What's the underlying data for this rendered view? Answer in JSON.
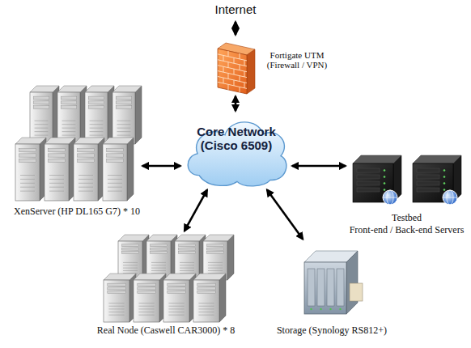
{
  "diagram": {
    "nodes": [
      {
        "text": [
          "Internet"
        ]
      },
      {
        "text": [
          "Fortigate UTM (Firewall / VPN)"
        ]
      },
      {
        "text": [
          "Core Network (Cisco 6509)"
        ]
      },
      {
        "text": [
          "XenServer (HP DL165 G7) * 10"
        ]
      },
      {
        "text": [
          "Testbed",
          "Front-end / Back-end Servers"
        ]
      },
      {
        "text": [
          "Real Node (Caswell CAR3000) * 8"
        ]
      },
      {
        "text": [
          "Storage (Synology RS812+)"
        ]
      }
    ],
    "edges": [
      {
        "from": 0,
        "to": 1,
        "arrow": "both"
      },
      {
        "from": 1,
        "to": 2,
        "arrow": "both"
      },
      {
        "from": 2,
        "to": 3,
        "arrow": "both"
      },
      {
        "from": 2,
        "to": 4,
        "arrow": "both"
      },
      {
        "from": 2,
        "to": 5,
        "arrow": "both"
      },
      {
        "from": 2,
        "to": 6,
        "arrow": "both"
      }
    ]
  }
}
